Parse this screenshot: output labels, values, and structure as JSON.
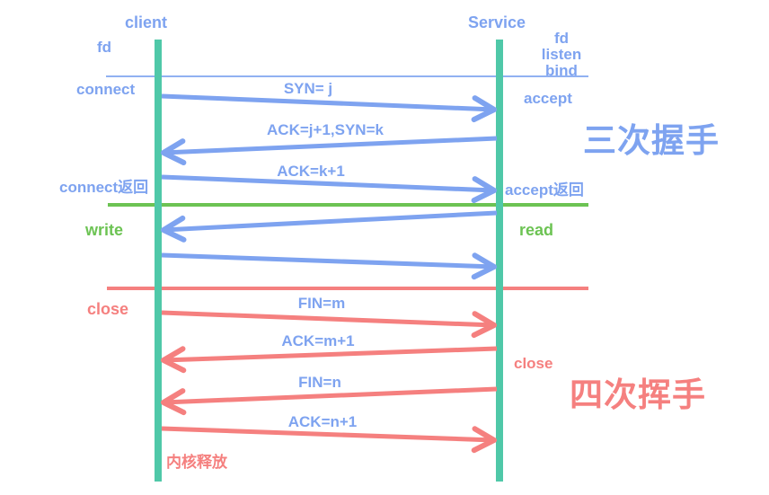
{
  "diagram": {
    "titles": {
      "handshake": "三次握手",
      "wave": "四次挥手"
    },
    "client": {
      "title": "client",
      "fd": "fd",
      "connect": "connect",
      "connect_return": "connect返回",
      "write": "write",
      "close": "close",
      "kernel_release": "内核释放"
    },
    "service": {
      "title": "Service",
      "fd": "fd",
      "listen": "listen",
      "bind": "bind",
      "accept": "accept",
      "accept_return": "accept返回",
      "read": "read",
      "close": "close"
    },
    "messages": {
      "syn": "SYN= j",
      "synack": "ACK=j+1,SYN=k",
      "ack": "ACK=k+1",
      "fin_m": "FIN=m",
      "ack_m1": "ACK=m+1",
      "fin_n": "FIN=n",
      "ack_n1": "ACK=n+1"
    }
  },
  "colors": {
    "blue": "#7EA3F0",
    "teal": "#4FC8A8",
    "green": "#6CC353",
    "red": "#F5807F"
  }
}
